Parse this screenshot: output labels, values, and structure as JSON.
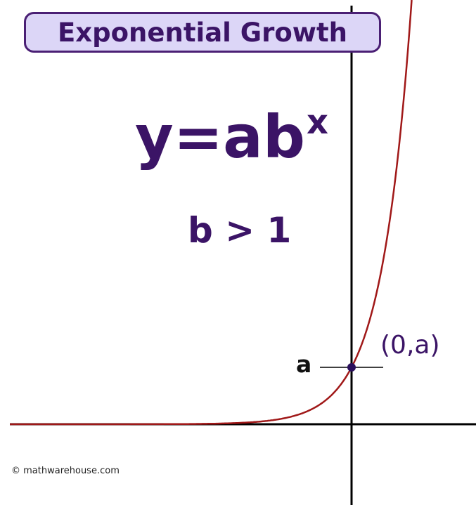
{
  "title": "Exponential Growth",
  "equation": {
    "base_text": "y=ab",
    "exponent": "x"
  },
  "condition": "b > 1",
  "point_label": "(0,a)",
  "intercept_label": "a",
  "copyright": "© mathwarehouse.com",
  "colors": {
    "title_fill": "#dcd6f7",
    "title_border": "#4a1f74",
    "text_primary": "#3b1466",
    "curve": "#a01818",
    "axes": "#000000",
    "point": "#2a0f5c"
  }
}
